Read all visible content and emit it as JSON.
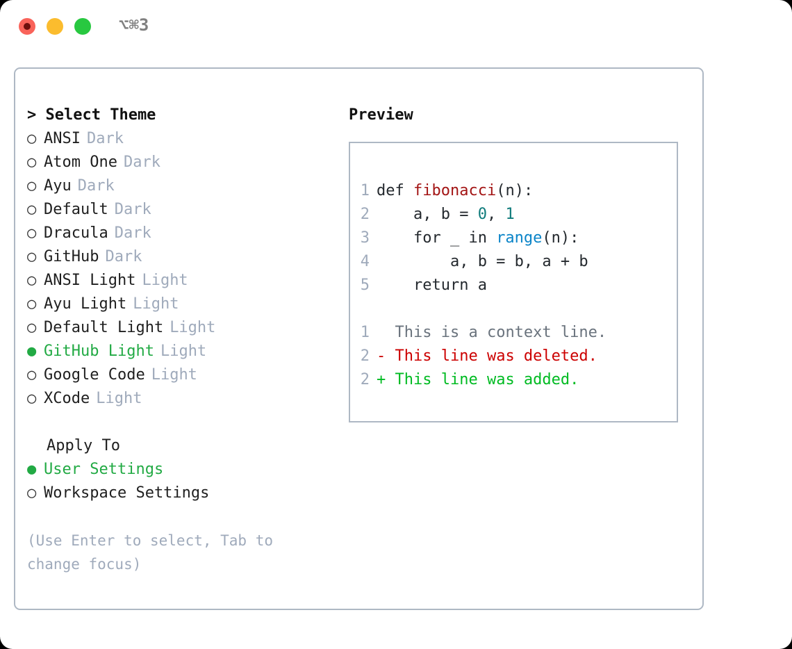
{
  "titlebar": {
    "shortcut": "⌥⌘3",
    "buttons": [
      {
        "name": "close",
        "color": "#f9635a"
      },
      {
        "name": "minimize",
        "color": "#fbbc2e"
      },
      {
        "name": "zoom",
        "color": "#28c840"
      }
    ]
  },
  "theme_picker": {
    "header": "> Select Theme",
    "bullet_unselected": "○",
    "bullet_selected": "●",
    "items": [
      {
        "bullet": "○",
        "label": "ANSI",
        "tag": "Dark",
        "selected": false
      },
      {
        "bullet": "○",
        "label": "Atom One",
        "tag": "Dark",
        "selected": false
      },
      {
        "bullet": "○",
        "label": "Ayu",
        "tag": "Dark",
        "selected": false
      },
      {
        "bullet": "○",
        "label": "Default",
        "tag": "Dark",
        "selected": false
      },
      {
        "bullet": "○",
        "label": "Dracula",
        "tag": "Dark",
        "selected": false
      },
      {
        "bullet": "○",
        "label": "GitHub",
        "tag": "Dark",
        "selected": false
      },
      {
        "bullet": "○",
        "label": "ANSI Light",
        "tag": "Light",
        "selected": false
      },
      {
        "bullet": "○",
        "label": "Ayu Light",
        "tag": "Light",
        "selected": false
      },
      {
        "bullet": "○",
        "label": "Default Light",
        "tag": "Light",
        "selected": false
      },
      {
        "bullet": "●",
        "label": "GitHub Light",
        "tag": "Light",
        "selected": true
      },
      {
        "bullet": "○",
        "label": "Google Code",
        "tag": "Light",
        "selected": false
      },
      {
        "bullet": "○",
        "label": "XCode",
        "tag": "Light",
        "selected": false
      }
    ]
  },
  "apply_to": {
    "header": "Apply To",
    "items": [
      {
        "bullet": "●",
        "label": "User Settings",
        "selected": true
      },
      {
        "bullet": "○",
        "label": "Workspace Settings",
        "selected": false
      }
    ]
  },
  "hint": "(Use Enter to select, Tab to change focus)",
  "preview": {
    "title": "Preview",
    "code_lines": [
      {
        "no": "1",
        "segments": [
          {
            "text": "def ",
            "cls": "tok-def"
          },
          {
            "text": "fibonacci",
            "cls": "tok-fn"
          },
          {
            "text": "(n):",
            "cls": "tok-punct"
          }
        ]
      },
      {
        "no": "2",
        "segments": [
          {
            "text": "    a, b = ",
            "cls": "tok-def"
          },
          {
            "text": "0",
            "cls": "tok-num"
          },
          {
            "text": ", ",
            "cls": "tok-punct"
          },
          {
            "text": "1",
            "cls": "tok-num"
          }
        ]
      },
      {
        "no": "3",
        "segments": [
          {
            "text": "    for _ in ",
            "cls": "tok-def"
          },
          {
            "text": "range",
            "cls": "tok-builtin"
          },
          {
            "text": "(n):",
            "cls": "tok-punct"
          }
        ]
      },
      {
        "no": "4",
        "segments": [
          {
            "text": "        a, b = b, a + b",
            "cls": "tok-def"
          }
        ]
      },
      {
        "no": "5",
        "segments": [
          {
            "text": "    return a",
            "cls": "tok-def"
          }
        ]
      }
    ],
    "diff_lines": [
      {
        "no": "1",
        "marker": "  ",
        "text": "This is a context line.",
        "cls": "diff-context"
      },
      {
        "no": "2",
        "marker": "- ",
        "text": "This line was deleted.",
        "cls": "diff-del"
      },
      {
        "no": "2",
        "marker": "+ ",
        "text": "This line was added.",
        "cls": "diff-add"
      }
    ]
  }
}
